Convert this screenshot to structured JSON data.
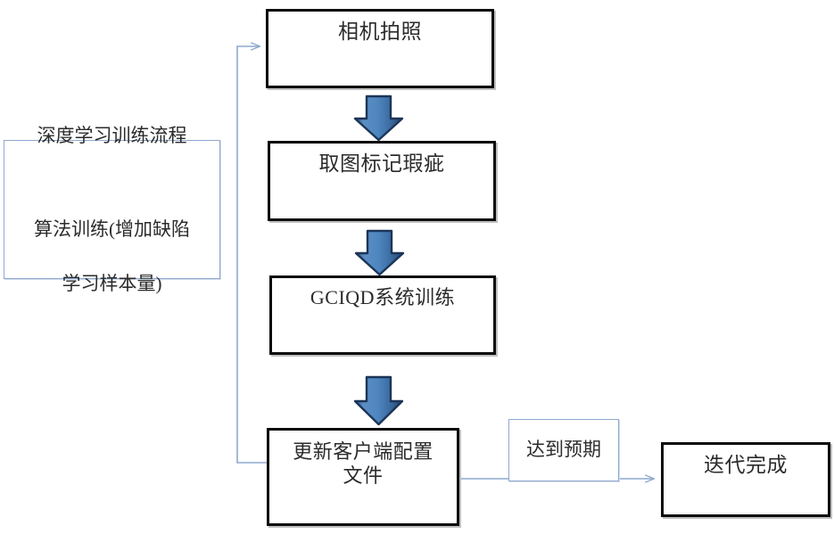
{
  "diagram": {
    "title": "深度学习训练流程",
    "type": "flowchart",
    "nodes": {
      "camera": {
        "label": "相机拍照",
        "style": "heavy-black-box"
      },
      "mark": {
        "label": "取图标记瑕疵",
        "style": "heavy-black-box"
      },
      "gciqd": {
        "label": "GCIQD系统训练",
        "style": "heavy-black-box"
      },
      "update": {
        "label": "更新客户端配置\n文件",
        "style": "heavy-black-box"
      },
      "training": {
        "line1": "深度学习训练流程",
        "line2": "算法训练(增加缺陷",
        "line3": "学习样本量)",
        "style": "light-blue-box"
      },
      "expect": {
        "label": "达到预期",
        "style": "light-blue-box"
      },
      "done": {
        "label": "迭代完成",
        "style": "heavy-black-box"
      }
    },
    "edges": [
      {
        "name": "camera-to-mark",
        "from": "camera",
        "to": "mark",
        "kind": "block-arrow-down"
      },
      {
        "name": "mark-to-gciqd",
        "from": "mark",
        "to": "gciqd",
        "kind": "block-arrow-down"
      },
      {
        "name": "gciqd-to-update",
        "from": "gciqd",
        "to": "update",
        "kind": "block-arrow-down"
      },
      {
        "name": "update-to-camera",
        "from": "update",
        "to": "camera",
        "kind": "thin-feedback-loop"
      },
      {
        "name": "update-to-done",
        "from": "update",
        "to": "done",
        "kind": "thin-arrow-right"
      }
    ],
    "colors": {
      "box_border_heavy": "#0a0a0a",
      "box_border_light": "#8ea9ce",
      "arrow_block_fill": "#4a7ebb",
      "arrow_block_stroke": "#1f3a5f",
      "connector_line": "#8ea9ce",
      "text": "#2b2b2b",
      "background": "#ffffff"
    }
  }
}
